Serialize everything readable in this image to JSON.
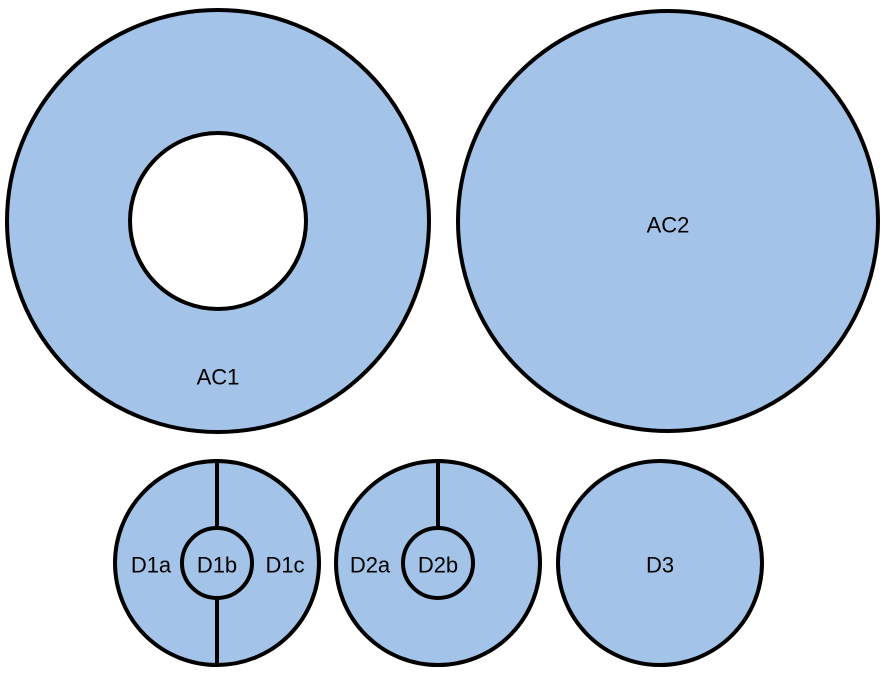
{
  "colors": {
    "fill": "#a3c4e8",
    "hole": "#ffffff",
    "stroke": "#000000"
  },
  "shapes": {
    "ac1": {
      "label": "AC1"
    },
    "ac2": {
      "label": "AC2"
    },
    "d1": {
      "labels": {
        "a": "D1a",
        "b": "D1b",
        "c": "D1c"
      }
    },
    "d2": {
      "labels": {
        "a": "D2a",
        "b": "D2b"
      }
    },
    "d3": {
      "label": "D3"
    }
  }
}
